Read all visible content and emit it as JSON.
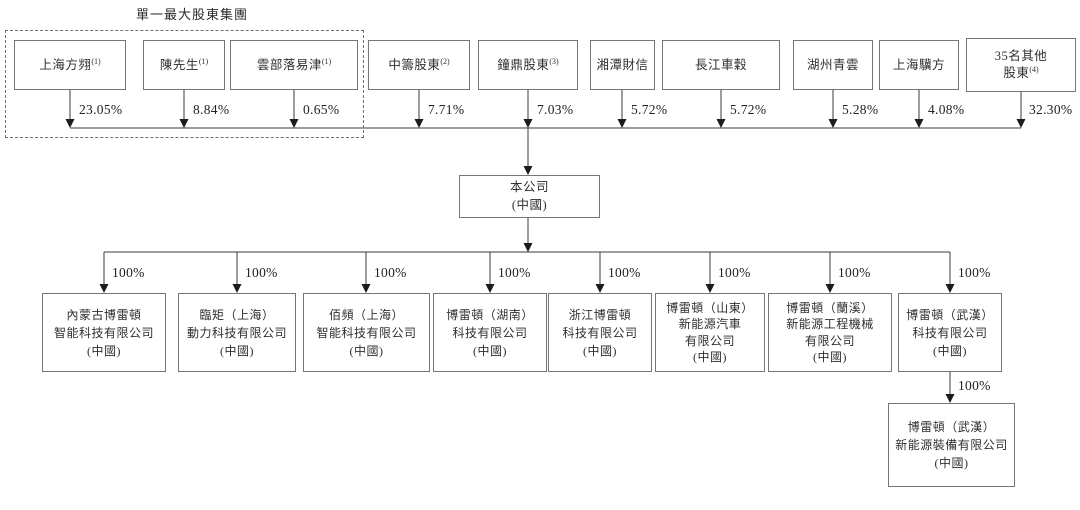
{
  "colors": {
    "background": "#ffffff",
    "line": "#3a3a3a",
    "border": "#767676",
    "text": "#2f2f2f"
  },
  "group_label": "單一最大股東集團",
  "company": {
    "line1": "本公司",
    "line2": "(中國)"
  },
  "shareholders": [
    {
      "name": "上海方翙",
      "sup": "(1)",
      "pct": "23.05%"
    },
    {
      "name": "陳先生",
      "sup": "(1)",
      "pct": "8.84%"
    },
    {
      "name": "雲部落易津",
      "sup": "(1)",
      "pct": "0.65%"
    },
    {
      "name": "中籌股東",
      "sup": "(2)",
      "pct": "7.71%"
    },
    {
      "name": "鐘鼎股東",
      "sup": "(3)",
      "pct": "7.03%"
    },
    {
      "name": "湘潭財信",
      "sup": "",
      "pct": "5.72%"
    },
    {
      "name": "長江車穀",
      "sup": "",
      "pct": "5.72%"
    },
    {
      "name": "湖州青雲",
      "sup": "",
      "pct": "5.28%"
    },
    {
      "name": "上海驥方",
      "sup": "",
      "pct": "4.08%"
    },
    {
      "name_line1": "35名其他",
      "name_line2": "股東",
      "sup": "(4)",
      "pct": "32.30%"
    }
  ],
  "subsidiaries": [
    {
      "lines": [
        "內蒙古博雷頓",
        "智能科技有限公司",
        "(中國)"
      ],
      "pct": "100%"
    },
    {
      "lines": [
        "臨矩（上海）",
        "動力科技有限公司",
        "(中國)"
      ],
      "pct": "100%"
    },
    {
      "lines": [
        "佰頻（上海）",
        "智能科技有限公司",
        "(中國)"
      ],
      "pct": "100%"
    },
    {
      "lines": [
        "博雷頓（湖南）",
        "科技有限公司",
        "(中國)"
      ],
      "pct": "100%"
    },
    {
      "lines": [
        "浙江博雷頓",
        "科技有限公司",
        "(中國)"
      ],
      "pct": "100%"
    },
    {
      "lines": [
        "博雷頓（山東）",
        "新能源汽車",
        "有限公司",
        "(中國)"
      ],
      "pct": "100%"
    },
    {
      "lines": [
        "博雷頓（蘭溪）",
        "新能源工程機械",
        "有限公司",
        "(中國)"
      ],
      "pct": "100%"
    },
    {
      "lines": [
        "博雷頓（武漢）",
        "科技有限公司",
        "(中國)"
      ],
      "pct": "100%"
    }
  ],
  "second_tier_subsidiary": {
    "lines": [
      "博雷頓（武漢）",
      "新能源裝備有限公司",
      "(中國)"
    ],
    "pct": "100%"
  }
}
